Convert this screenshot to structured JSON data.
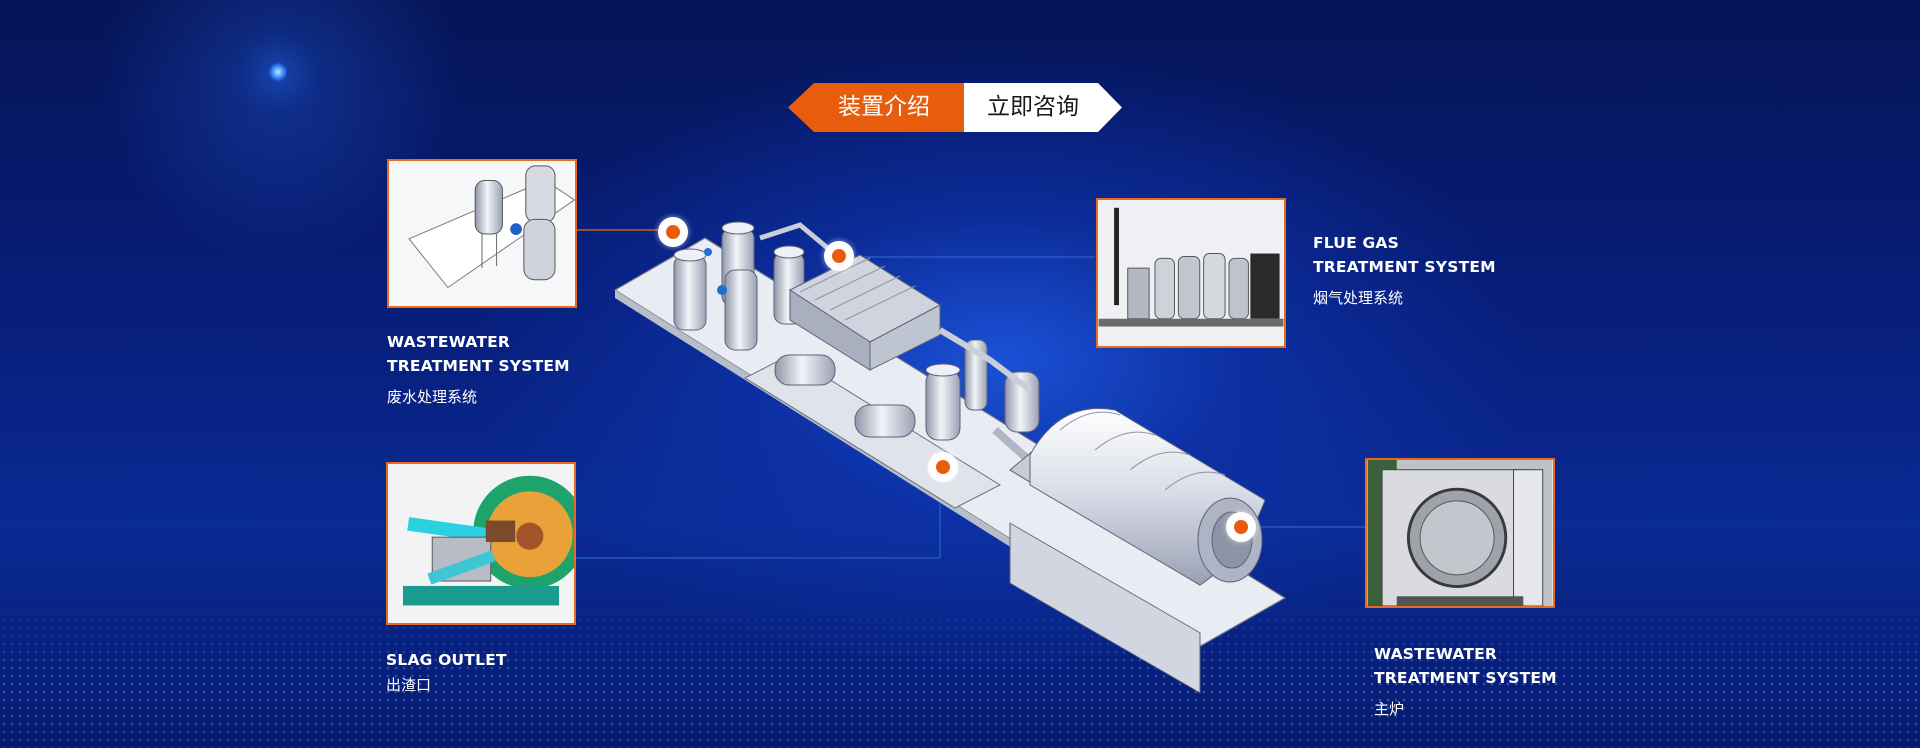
{
  "tabs": {
    "active_label": "装置介绍",
    "inactive_label": "立即咨询"
  },
  "colors": {
    "accent": "#e85d0d",
    "background": "#04155c",
    "text": "#ffffff"
  },
  "features": [
    {
      "title_line1": "WASTEWATER",
      "title_line2": "TREATMENT SYSTEM",
      "subtitle": "废水处理系统"
    },
    {
      "title_line1": "FLUE GAS",
      "title_line2": "TREATMENT SYSTEM",
      "subtitle": "烟气处理系统"
    },
    {
      "title_line1": "SLAG OUTLET",
      "subtitle": "出渣口"
    },
    {
      "title_line1": "WASTEWATER",
      "title_line2": "TREATMENT SYSTEM",
      "subtitle": "主炉"
    }
  ]
}
